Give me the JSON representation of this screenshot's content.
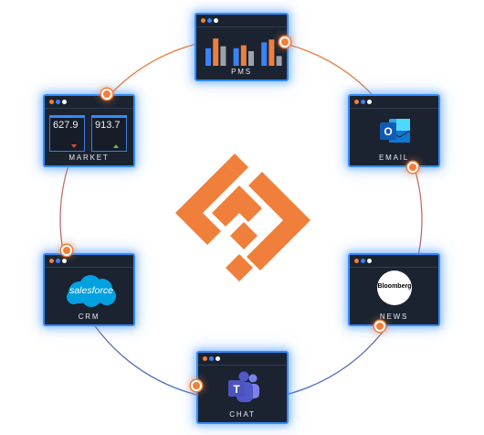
{
  "colors": {
    "accent": "#ef7f3a",
    "card_border": "#2f8cff",
    "card_bg": "#1b2330",
    "dot_orange": "#ef7f3a",
    "dot_blue": "#3b82f6",
    "dot_white": "#ffffff"
  },
  "center": {
    "icon": "stacked-s-logo-icon"
  },
  "pms": {
    "label": "PMS",
    "bars": [
      {
        "color": "#3b82f6",
        "value": 18
      },
      {
        "color": "#ef7f3a",
        "value": 28
      },
      {
        "color": "#9aa3ad",
        "value": 20
      },
      {
        "color": "#3b82f6",
        "value": 18
      },
      {
        "color": "#ef7f3a",
        "value": 21
      },
      {
        "color": "#9aa3ad",
        "value": 15
      },
      {
        "color": "#3b82f6",
        "value": 24
      },
      {
        "color": "#ef7f3a",
        "value": 27
      },
      {
        "color": "#9aa3ad",
        "value": 10
      }
    ]
  },
  "market": {
    "label": "MARKET",
    "values": [
      "627.9",
      "913.7"
    ],
    "directions": [
      "down",
      "up"
    ]
  },
  "email": {
    "label": "EMAIL",
    "icon": "outlook-icon",
    "icon_letter": "O"
  },
  "crm": {
    "label": "CRM",
    "logo_text": "salesforce"
  },
  "news": {
    "label": "NEWS",
    "logo_text": "Bloomberg"
  },
  "chat": {
    "label": "CHAT",
    "icon": "teams-icon",
    "icon_letter": "T"
  }
}
